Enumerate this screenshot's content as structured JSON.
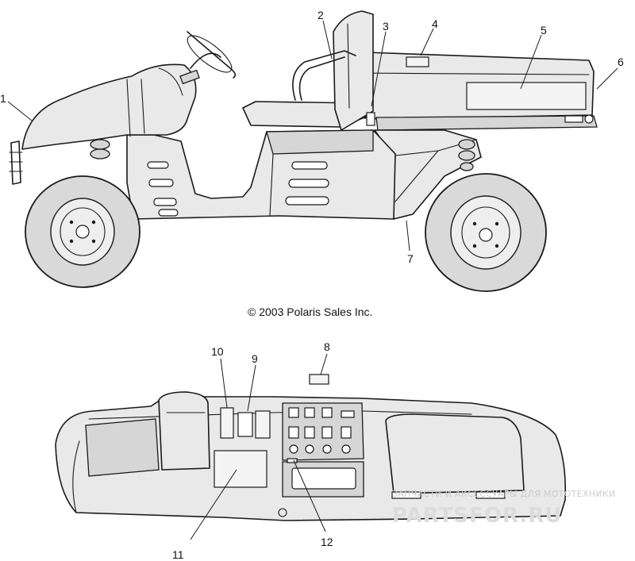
{
  "copyright": "© 2003 Polaris Sales Inc.",
  "callouts": {
    "c1": "1",
    "c2": "2",
    "c3": "3",
    "c4": "4",
    "c5": "5",
    "c6": "6",
    "c7": "7",
    "c8": "8",
    "c9": "9",
    "c10": "10",
    "c11": "11",
    "c12": "12"
  },
  "watermark": {
    "tagline": "ЗАПЧАСТИ И АКСЕССУАРЫ ДЛЯ МОТОТЕХНИКИ",
    "brand": "PARTSFOR.RU"
  }
}
